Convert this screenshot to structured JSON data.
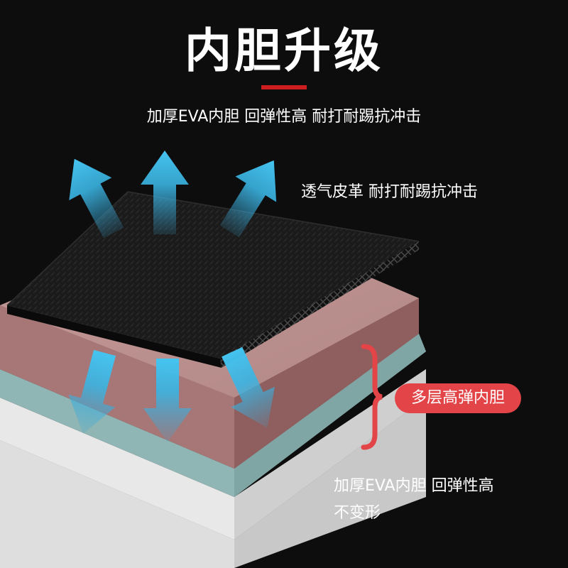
{
  "header": {
    "title": "内胆升级",
    "subtitle": "加厚EVA内胆 回弹性高 耐打耐踢抗冲击"
  },
  "captions": {
    "top": "透气皮革 耐打耐踢抗冲击",
    "bottom_line1": "加厚EVA内胆 回弹性高",
    "bottom_line2": "不变形"
  },
  "badge": {
    "label": "多层高弹内胆"
  },
  "colors": {
    "background": "#0d0d0d",
    "accent_red": "#cc1e1e",
    "badge_red": "#e24448",
    "leather": "#1b1b1b",
    "foam_pink": "#a87878",
    "foam_teal": "#8fb5b4",
    "foam_white": "#e8e8e8",
    "arrow_blue": "#3aa7d6"
  },
  "icons": {
    "arrow": "arrow-icon",
    "brace": "curly-brace-icon"
  }
}
